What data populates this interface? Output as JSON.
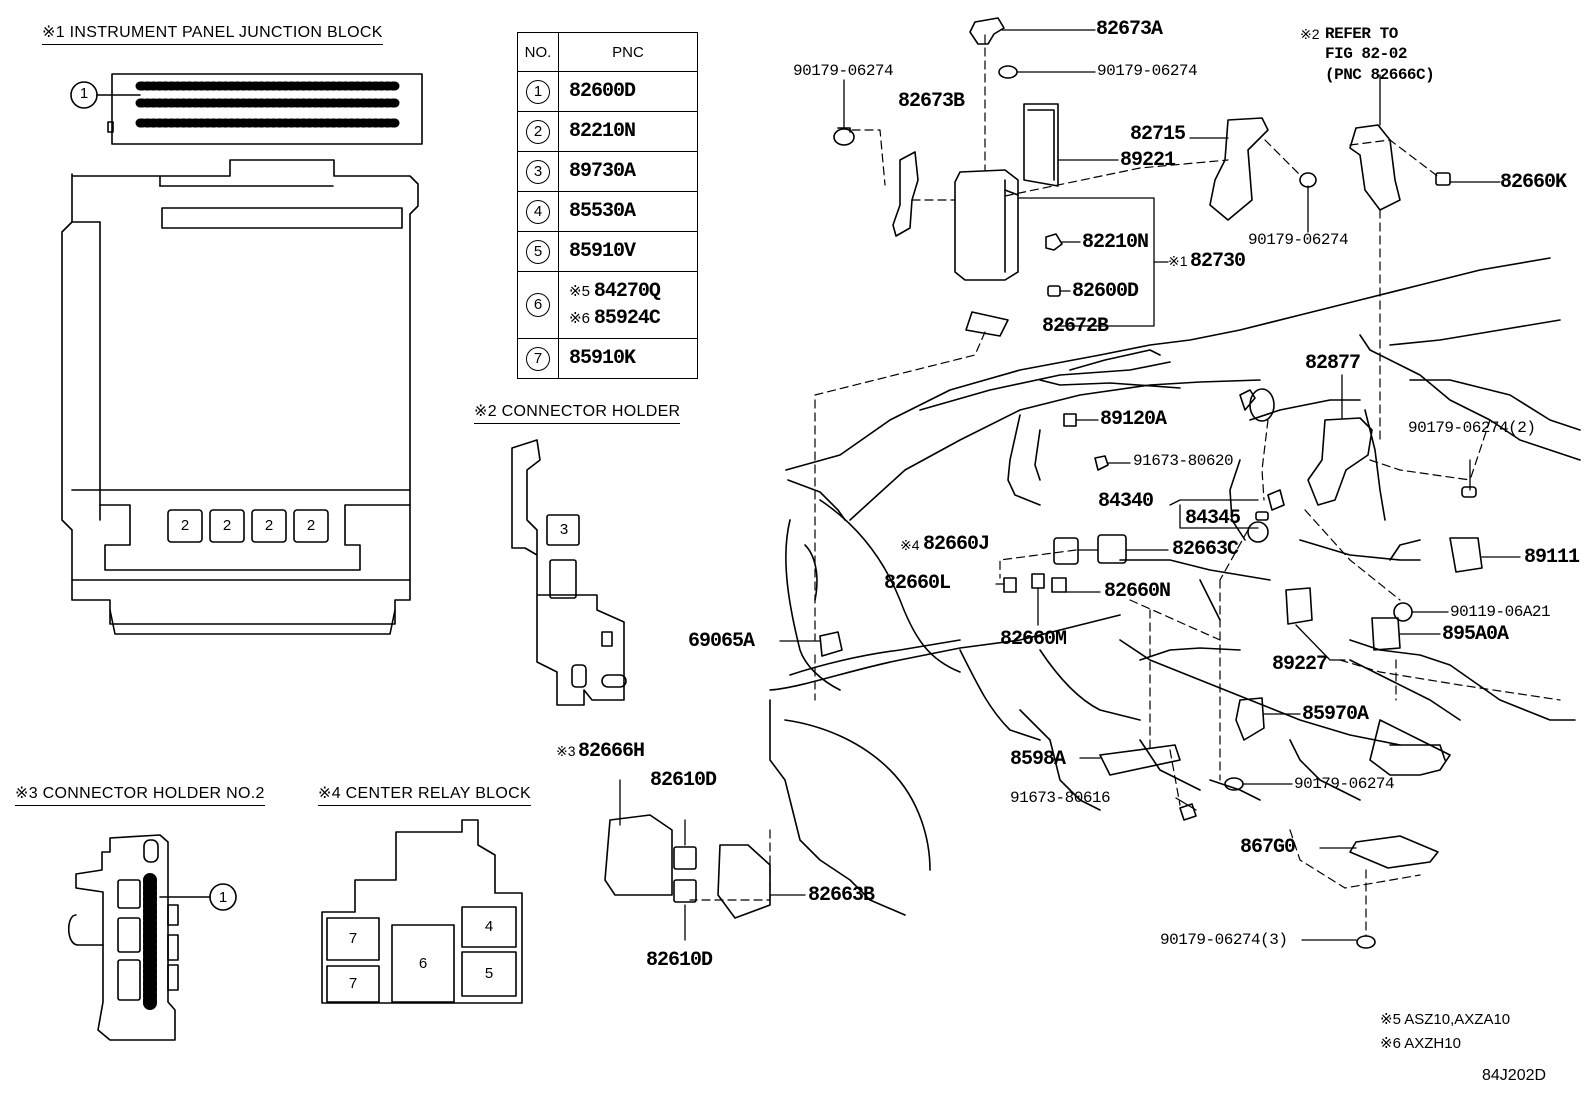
{
  "sections": {
    "junction_block": "※1 INSTRUMENT PANEL JUNCTION BLOCK",
    "connector_holder": "※2 CONNECTOR HOLDER",
    "connector_holder_no2": "※3 CONNECTOR HOLDER NO.2",
    "center_relay_block": "※4 CENTER RELAY BLOCK"
  },
  "pnc_table": {
    "header_no": "NO.",
    "header_pnc": "PNC",
    "rows": [
      {
        "no": "1",
        "pnc": "82600D"
      },
      {
        "no": "2",
        "pnc": "82210N"
      },
      {
        "no": "3",
        "pnc": "89730A"
      },
      {
        "no": "4",
        "pnc": "85530A"
      },
      {
        "no": "5",
        "pnc": "85910V"
      },
      {
        "no": "6",
        "mark1": "※5",
        "pnc": "84270Q",
        "mark2": "※6",
        "pnc2": "85924C"
      },
      {
        "no": "7",
        "pnc": "85910K"
      }
    ]
  },
  "callouts": {
    "c1": "1",
    "c2": "2",
    "c3": "3",
    "c4": "4",
    "c5": "5",
    "c6": "6",
    "c7": "7"
  },
  "part_labels": {
    "p82673A": "82673A",
    "p90179_a": "90179-06274",
    "p90179_b": "90179-06274",
    "p82673B": "82673B",
    "p89221": "89221",
    "p82715": "82715",
    "p90179_c": "90179-06274",
    "p82210N": "82210N",
    "p82730_mark": "※1",
    "p82730": "82730",
    "p82600D": "82600D",
    "p82672B": "82672B",
    "refer1_mark": "※2",
    "refer1": "REFER TO",
    "refer2": "FIG 82-02",
    "refer3": "(PNC 82666C)",
    "p82660K": "82660K",
    "p82877": "82877",
    "p90179_2": "90179-06274(2)",
    "p89120A": "89120A",
    "p91673_80620": "91673-80620",
    "p84340": "84340",
    "p84345": "84345",
    "p82660J_mark": "※4",
    "p82660J": "82660J",
    "p82663C": "82663C",
    "p89111": "89111",
    "p82660L": "82660L",
    "p82660N": "82660N",
    "p90119": "90119-06A21",
    "p69065A": "69065A",
    "p82660M": "82660M",
    "p895A0A": "895A0A",
    "p89227": "89227",
    "p85970A": "85970A",
    "p82666H_mark": "※3",
    "p82666H": "82666H",
    "p82610D_top": "82610D",
    "p8598A": "8598A",
    "p90179_d": "90179-06274",
    "p91673_80616": "91673-80616",
    "p867G0": "867G0",
    "p82663B": "82663B",
    "p82610D_bot": "82610D",
    "p90179_3": "90179-06274(3)"
  },
  "notes": {
    "n5": "※5 ASZ10,AXZA10",
    "n6": "※6 AXZH10",
    "code": "84J202D"
  }
}
